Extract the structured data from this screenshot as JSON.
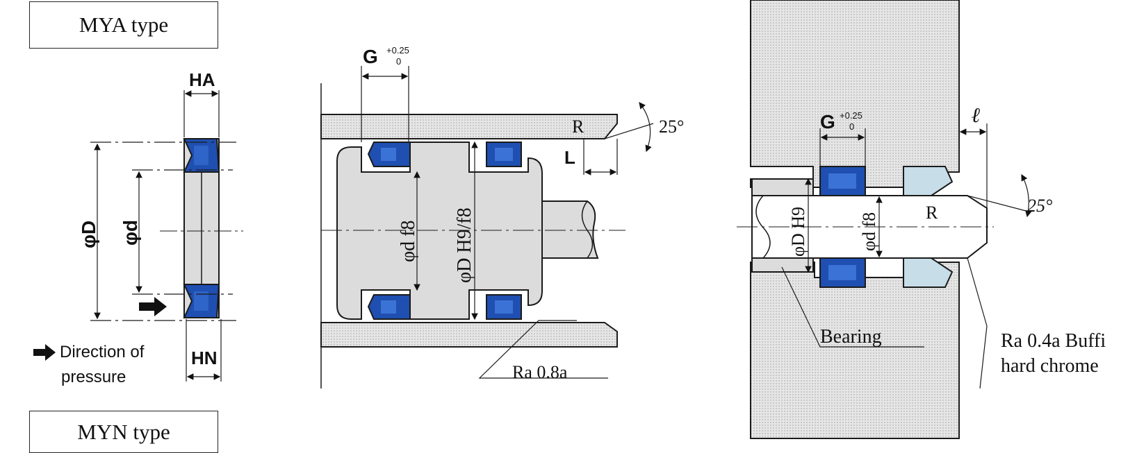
{
  "labels": {
    "mya_type": "MYA type",
    "myn_type": "MYN type",
    "direction": "Direction of",
    "pressure": "pressure",
    "ha": "HA",
    "hn": "HN",
    "phi_D": "φD",
    "phi_d": "φd",
    "g": "G",
    "tol_plus": "+0.25",
    "tol_zero": "0",
    "R": "R",
    "L": "L",
    "angle": "25°",
    "phi_d_f8": "φd f8",
    "phi_D_H9f8": "φD H9/f8",
    "ra_08": "Ra 0.8a",
    "ell": "ℓ",
    "phi_D_H9": "φD H9",
    "bearing": "Bearing",
    "ra_04": "Ra 0.4a Buffi",
    "hard_chrome": "hard chrome"
  },
  "colors": {
    "seal_blue": "#1f4fb0",
    "wiper_light_blue": "#c7dde8",
    "metal_grey": "#d9d9d9",
    "outline": "#1a1a1a"
  }
}
